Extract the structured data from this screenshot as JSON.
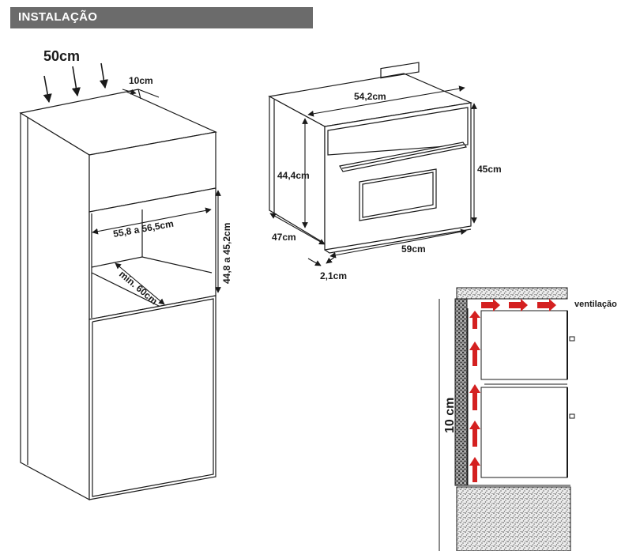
{
  "header": {
    "title": "INSTALAÇÃO"
  },
  "cabinet": {
    "depth_label": "50cm",
    "gap_label": "10cm",
    "width_label": "55,8 a 56,5cm",
    "height_label": "44,8 a 45,2cm",
    "min_depth_label": "min. 60cm"
  },
  "oven": {
    "top_width_label": "54,2cm",
    "inner_height_label": "44,4cm",
    "total_height_label": "45cm",
    "depth_label": "47cm",
    "width_label": "59cm",
    "front_label": "2,1cm"
  },
  "ventilation": {
    "label": "ventilação",
    "gap_label": "10 cm",
    "arrow_color": "#d42020"
  }
}
